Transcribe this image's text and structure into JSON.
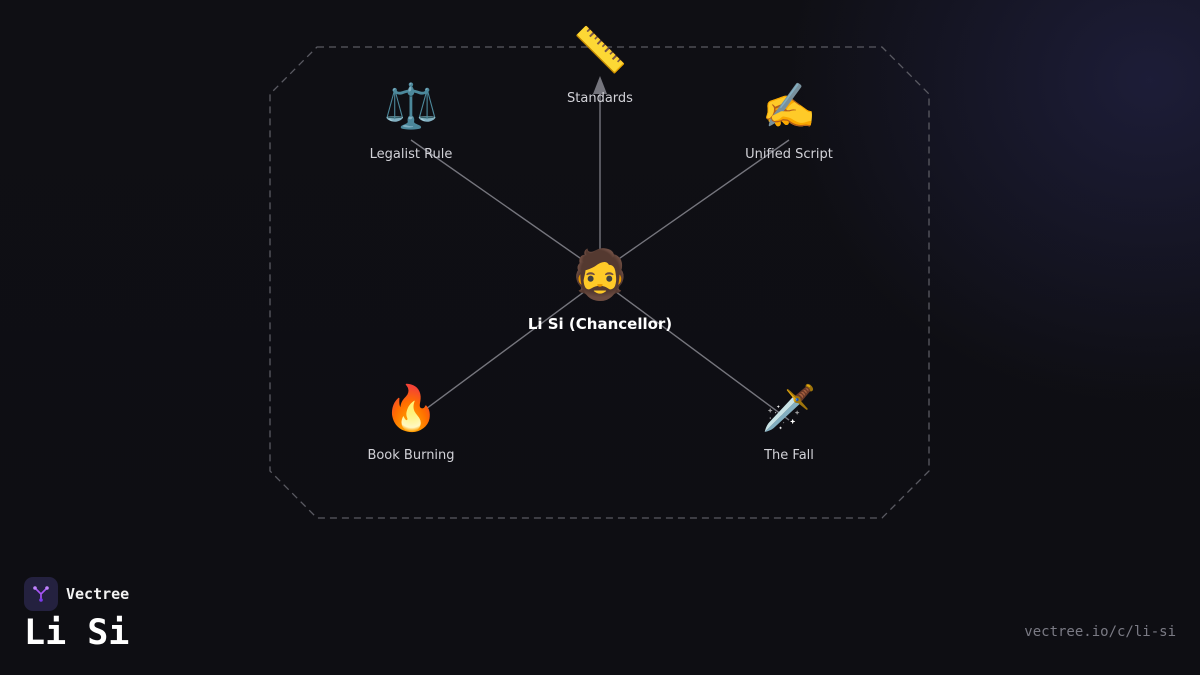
{
  "brand": {
    "name": "Vectree",
    "logo_icon": "branching-tree-icon",
    "accent": "#a855f7"
  },
  "page": {
    "title": "Li Si",
    "url": "vectree.io/c/li-si"
  },
  "diagram": {
    "center": {
      "label": "Li Si (Chancellor)",
      "icon": "🧔"
    },
    "nodes": [
      {
        "id": "standards",
        "label": "Standards",
        "icon": "📏"
      },
      {
        "id": "legalist-rule",
        "label": "Legalist Rule",
        "icon": "⚖️"
      },
      {
        "id": "unified-script",
        "label": "Unified Script",
        "icon": "✍️"
      },
      {
        "id": "book-burning",
        "label": "Book Burning",
        "icon": "🔥"
      },
      {
        "id": "the-fall",
        "label": "The Fall",
        "icon": "🗡️"
      }
    ]
  }
}
